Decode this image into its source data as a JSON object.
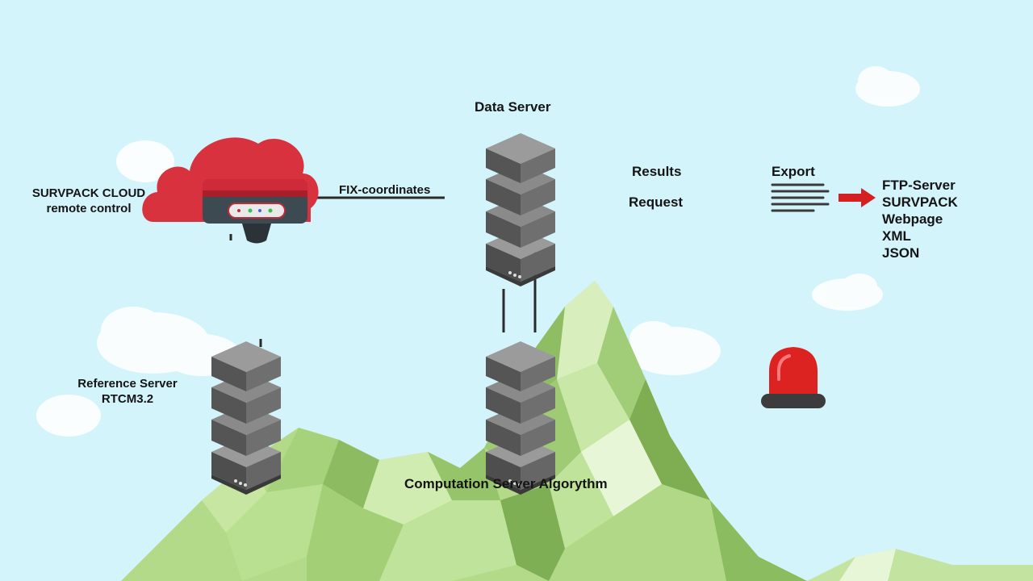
{
  "labels": {
    "data_server": "Data Server",
    "survpack_cloud_line1": "SURVPACK CLOUD",
    "survpack_cloud_line2": "remote control",
    "fix_coordinates": "FIX-coordinates",
    "results": "Results",
    "request": "Request",
    "export": "Export",
    "reference_server_line1": "Reference Server",
    "reference_server_line2": "RTCM3.2",
    "computation_server": "Computation Server Algorythm"
  },
  "export_targets": [
    "FTP-Server",
    "SURVPACK",
    "Webpage",
    "XML",
    "JSON"
  ],
  "icons": {
    "cloud": "red-cloud-icon",
    "receiver": "gnss-receiver-icon",
    "server": "server-rack-icon",
    "export_list": "list-lines-icon",
    "arrow": "right-arrow-icon",
    "alarm": "red-beacon-icon"
  },
  "colors": {
    "sky": "#d4f4fb",
    "cloud_red": "#d8323f",
    "server_gray": "#6b6b6b",
    "mountain_green": "#b5dc8c",
    "arrow_red": "#d42020",
    "beacon_red": "#dd2222"
  }
}
